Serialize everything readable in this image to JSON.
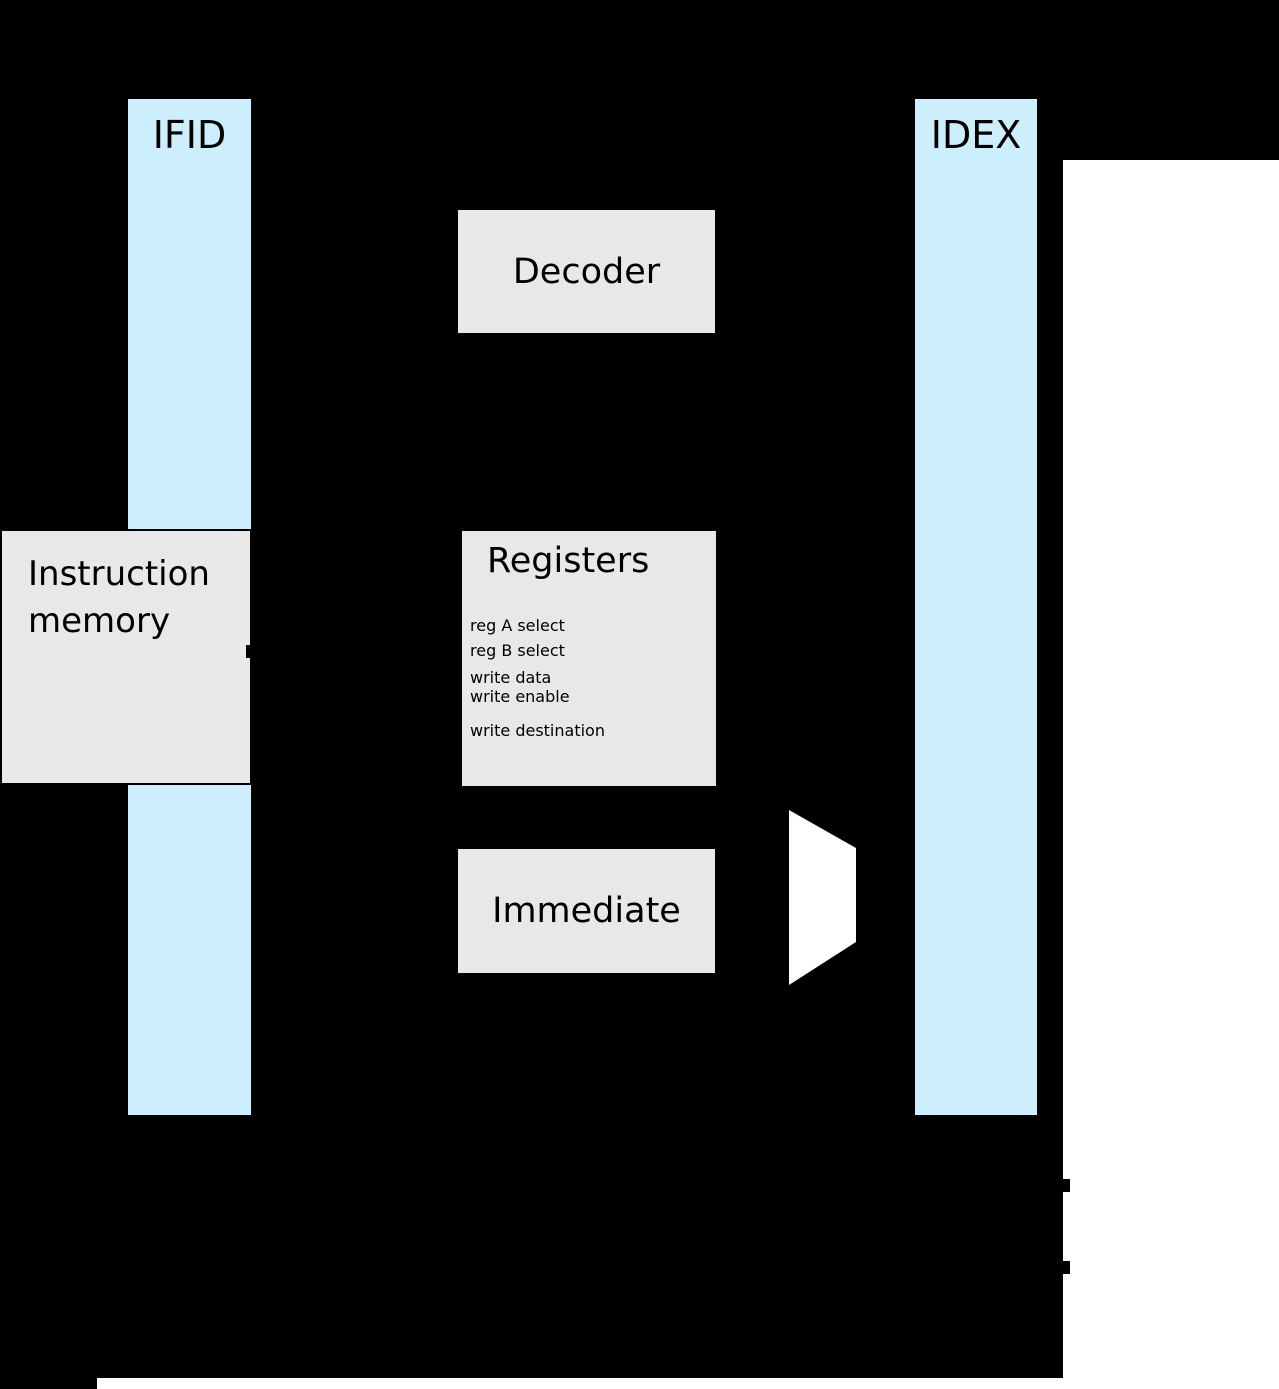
{
  "diagram": {
    "stage_registers": {
      "ifid": "IFID",
      "idex": "IDEX"
    },
    "blocks": {
      "decoder": "Decoder",
      "instruction_memory": "Instruction memory",
      "registers": "Registers",
      "immediate": "Immediate"
    },
    "register_ports": [
      "reg A select",
      "reg B select",
      "write data",
      "write enable",
      "write destination"
    ],
    "colors": {
      "background": "#000000",
      "stage_register_fill": "#cdeefc",
      "block_fill": "#e8e8e8",
      "mux_fill": "#ffffff",
      "panel_fill": "#ffffff",
      "text": "#000000"
    }
  }
}
